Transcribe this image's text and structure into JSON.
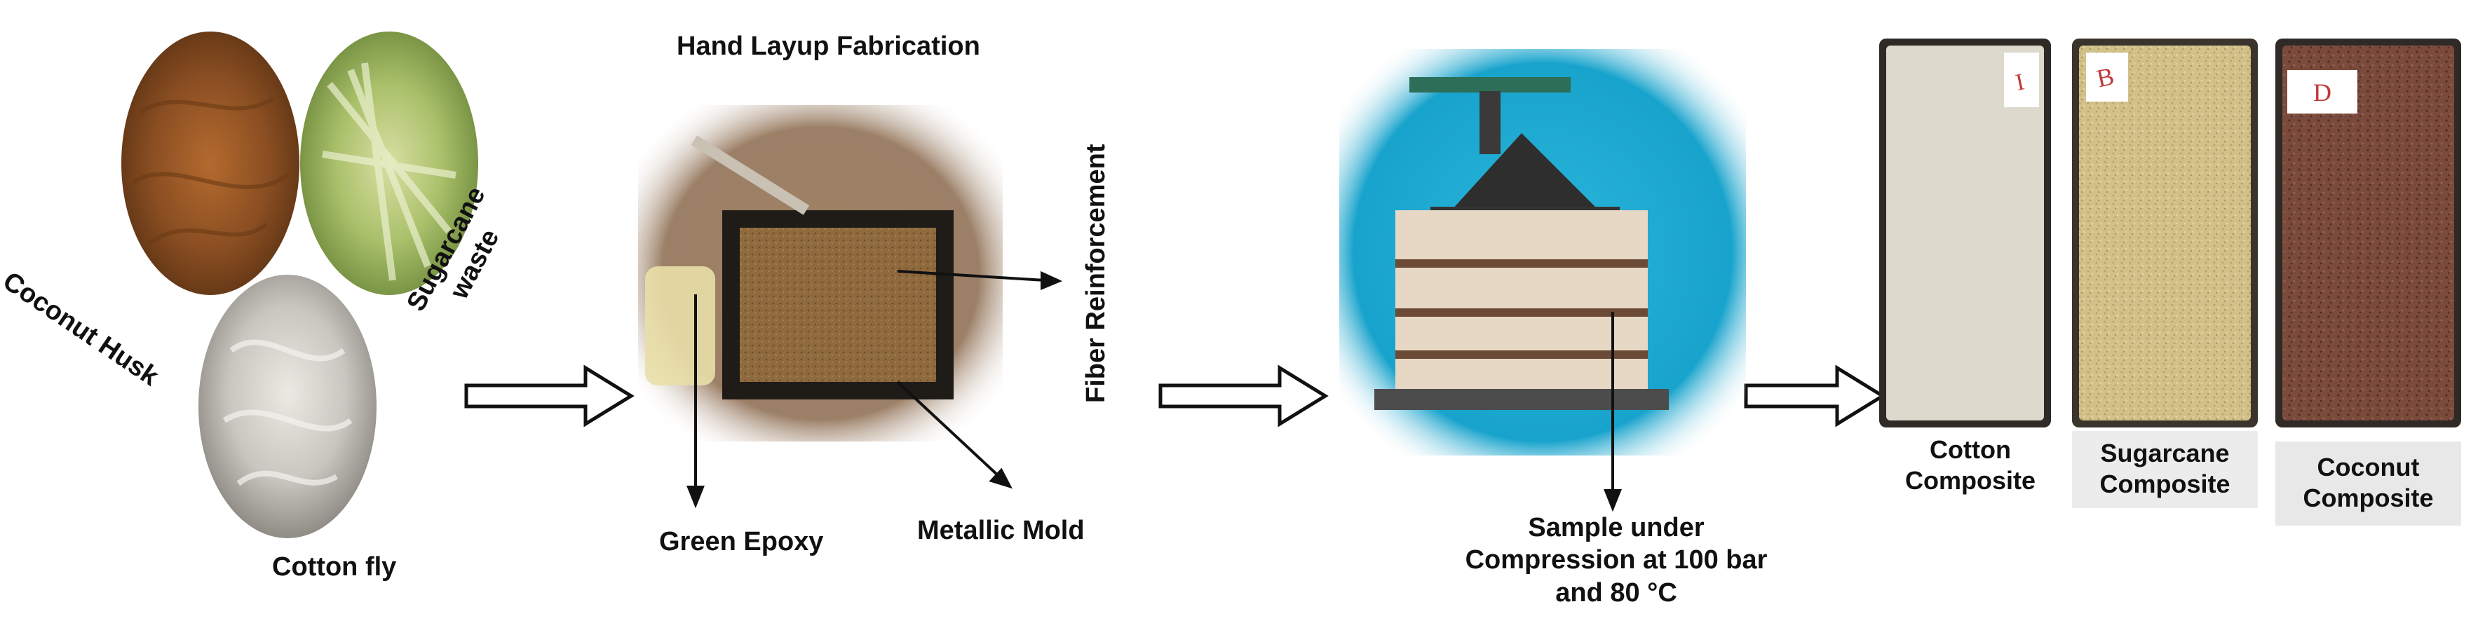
{
  "raw_fibers": {
    "coconut_label": "Coconut Husk",
    "sugarcane_label_line1": "Sugarcane",
    "sugarcane_label_line2": "waste",
    "cotton_label": "Cotton fly"
  },
  "hand_layup": {
    "title": "Hand Layup Fabrication",
    "fiber_label": "Fiber Reinforcement",
    "epoxy_label": "Green Epoxy",
    "mold_label": "Metallic Mold"
  },
  "press": {
    "caption_line1": "Sample under",
    "caption_line2": "Compression at 100 bar",
    "caption_line3": "and 80 °C"
  },
  "samples": [
    {
      "tag": "I",
      "line1": "Cotton",
      "line2": "Composite"
    },
    {
      "tag": "B",
      "line1": "Sugarcane",
      "line2": "Composite"
    },
    {
      "tag": "D",
      "line1": "Coconut",
      "line2": "Composite"
    }
  ],
  "colors": {
    "coconut": "#8a4e22",
    "sugarcane": "#a9c06a",
    "cotton": "#c9c6c0",
    "press_blue": "#1aa9d0",
    "cotton_panel": "#ddd9cc",
    "sugarcane_panel": "#d2c089",
    "coconut_panel": "#7a4a3c"
  }
}
